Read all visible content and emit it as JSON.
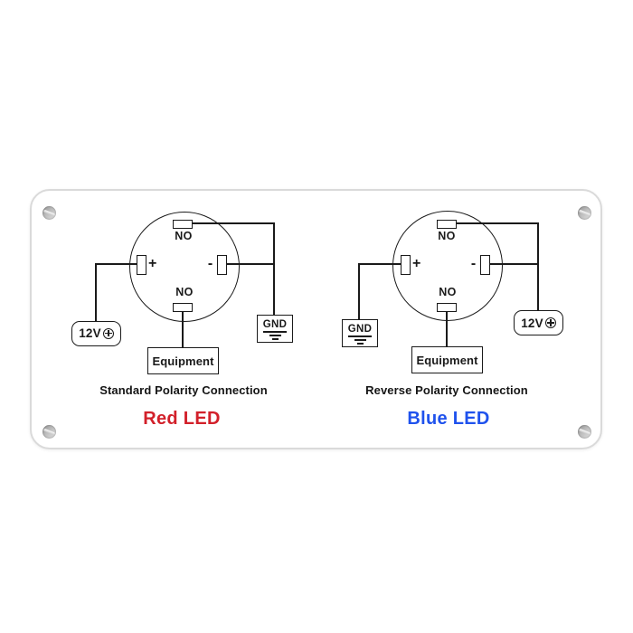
{
  "colors": {
    "diagram_line": "#1a1a1a",
    "panel_border": "#dadada",
    "panel_background": "#ffffff",
    "red_led": "#d2202a",
    "blue_led": "#1f52ed",
    "screw_gray": "#bdbdbd"
  },
  "diagrams": [
    {
      "name": "standard-polarity",
      "terminal_top_label": "NO",
      "terminal_bottom_label": "NO",
      "plus": "+",
      "minus": "-",
      "power_label": "12V",
      "ground_label": "GND",
      "equipment_label": "Equipment",
      "caption": "Standard Polarity Connection",
      "led_label": "Red LED",
      "led_color": "#d2202a"
    },
    {
      "name": "reverse-polarity",
      "terminal_top_label": "NO",
      "terminal_bottom_label": "NO",
      "plus": "+",
      "minus": "-",
      "power_label": "12V",
      "ground_label": "GND",
      "equipment_label": "Equipment",
      "caption": "Reverse Polarity Connection",
      "led_label": "Blue LED",
      "led_color": "#1f52ed"
    }
  ]
}
